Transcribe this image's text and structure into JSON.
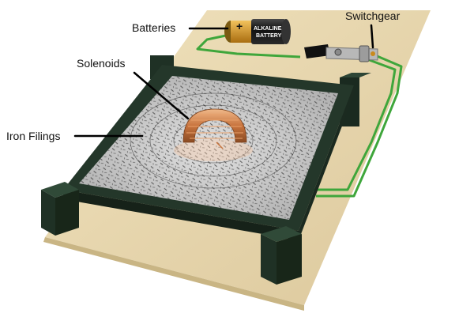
{
  "labels": {
    "batteries": "Batteries",
    "switchgear": "Switchgear",
    "solenoids": "Solenoids",
    "iron_filings": "Iron Filings"
  },
  "battery": {
    "plus": "+",
    "line1": "ALKALINE",
    "line2": "BATTERY"
  },
  "colors": {
    "board": "#ead9b0",
    "frame": "#24372a",
    "wire": "#3fa63b",
    "coil": "#c8743e",
    "glass": "#c9c9c9",
    "battery_body": "#1a1a1a",
    "battery_cap": "#c98a1e"
  }
}
